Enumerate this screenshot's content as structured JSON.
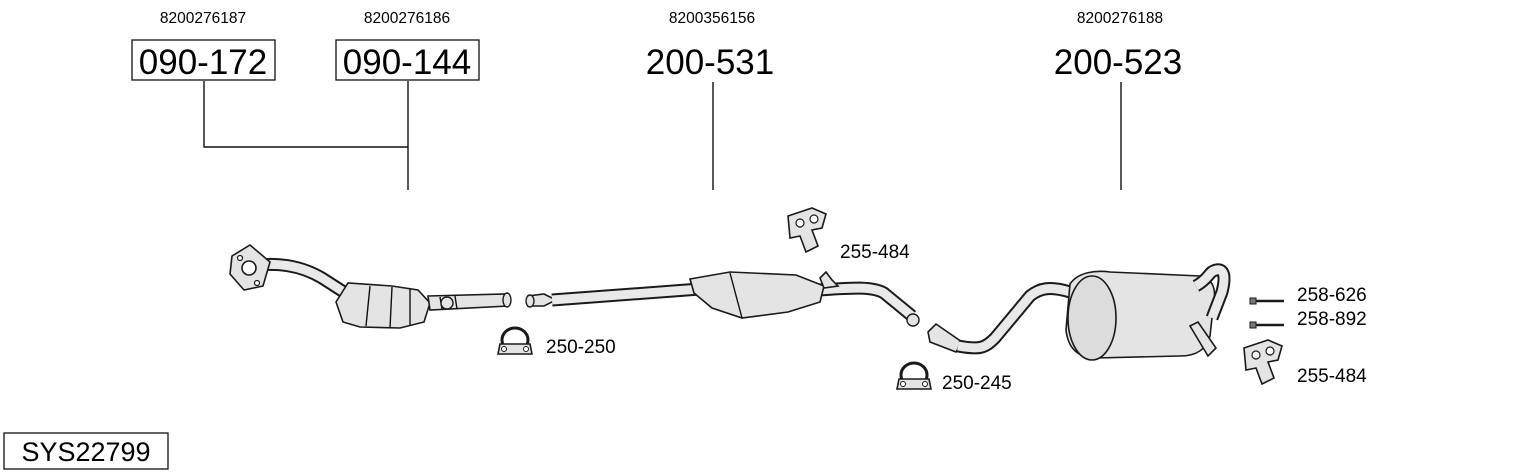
{
  "header_groups": [
    {
      "oem": "8200276187",
      "part": "090-172",
      "boxed": true
    },
    {
      "oem": "8200276186",
      "part": "090-144",
      "boxed": true
    },
    {
      "oem": "8200356156",
      "part": "200-531",
      "boxed": false
    },
    {
      "oem": "8200276188",
      "part": "200-523",
      "boxed": false
    }
  ],
  "callouts": {
    "hanger_mid": "255-484",
    "clamp_left": "250-250",
    "clamp_mid": "250-245",
    "bolt_top": "258-626",
    "bolt_bottom": "258-892",
    "hanger_right": "255-484"
  },
  "system_code": "SYS22799"
}
